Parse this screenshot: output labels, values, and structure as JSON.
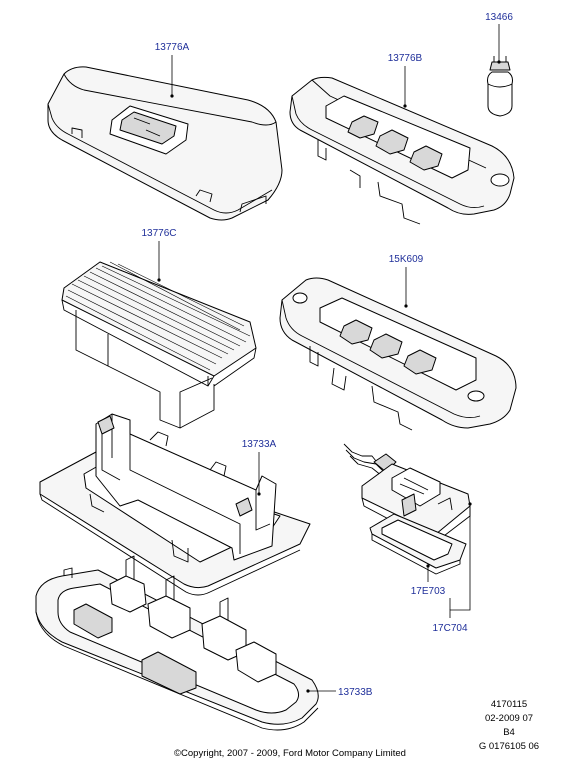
{
  "callouts": {
    "p13776A": "13776A",
    "p13776B": "13776B",
    "p13466": "13466",
    "p13776C": "13776C",
    "p15K609": "15K609",
    "p13733A": "13733A",
    "p17E703": "17E703",
    "p17C704": "17C704",
    "p13733B": "13733B"
  },
  "meta": {
    "ref": "4170115",
    "date": "02-2009 07",
    "sheet": "B4",
    "drawing": "G 0176105 06",
    "copyright": "©Copyright, 2007 - 2009, Ford Motor Company Limited"
  },
  "colors": {
    "callout_text": "#1f2f9a",
    "line": "#000000",
    "background": "#ffffff"
  }
}
